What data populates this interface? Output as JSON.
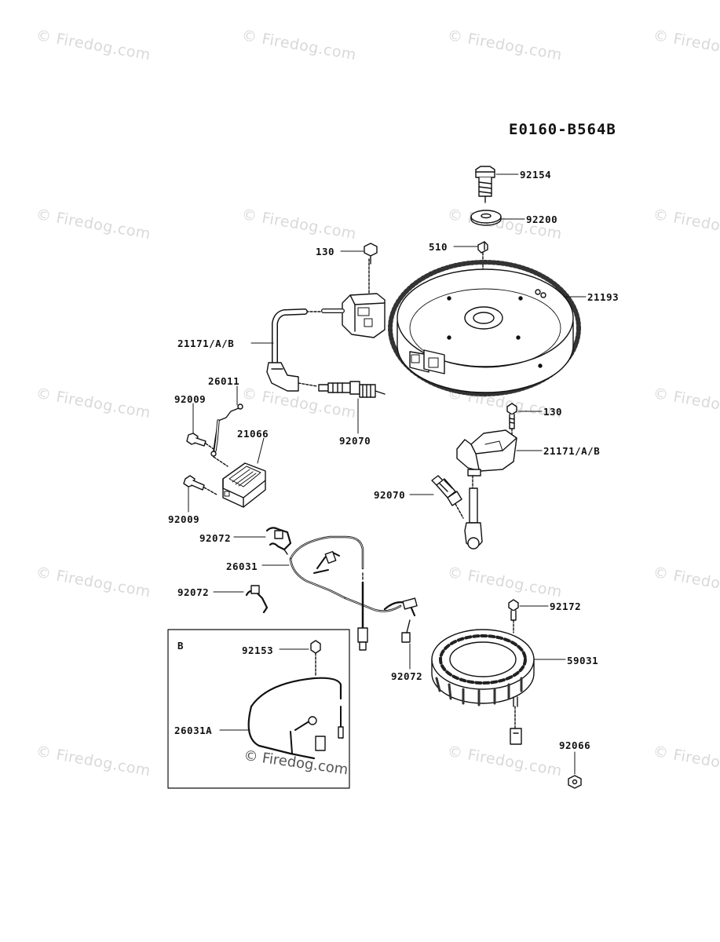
{
  "diagram_code": "E0160-B564B",
  "watermark": "© Firedog.com",
  "inset": {
    "label": "B"
  },
  "labels": {
    "p92154": "92154",
    "p92200": "92200",
    "p510": "510",
    "p130_top": "130",
    "p21193": "21193",
    "p21171_left": "21171/A/B",
    "p26011": "26011",
    "p92009_top": "92009",
    "p21066": "21066",
    "p92070_left": "92070",
    "p130_right": "130",
    "p21171_right": "21171/A/B",
    "p92009_bottom": "92009",
    "p92070_right": "92070",
    "p92072_a": "92072",
    "p26031": "26031",
    "p92072_b": "92072",
    "p92172": "92172",
    "p92153": "92153",
    "p59031": "59031",
    "p92072_c": "92072",
    "p26031A": "26031A",
    "p92066": "92066"
  }
}
